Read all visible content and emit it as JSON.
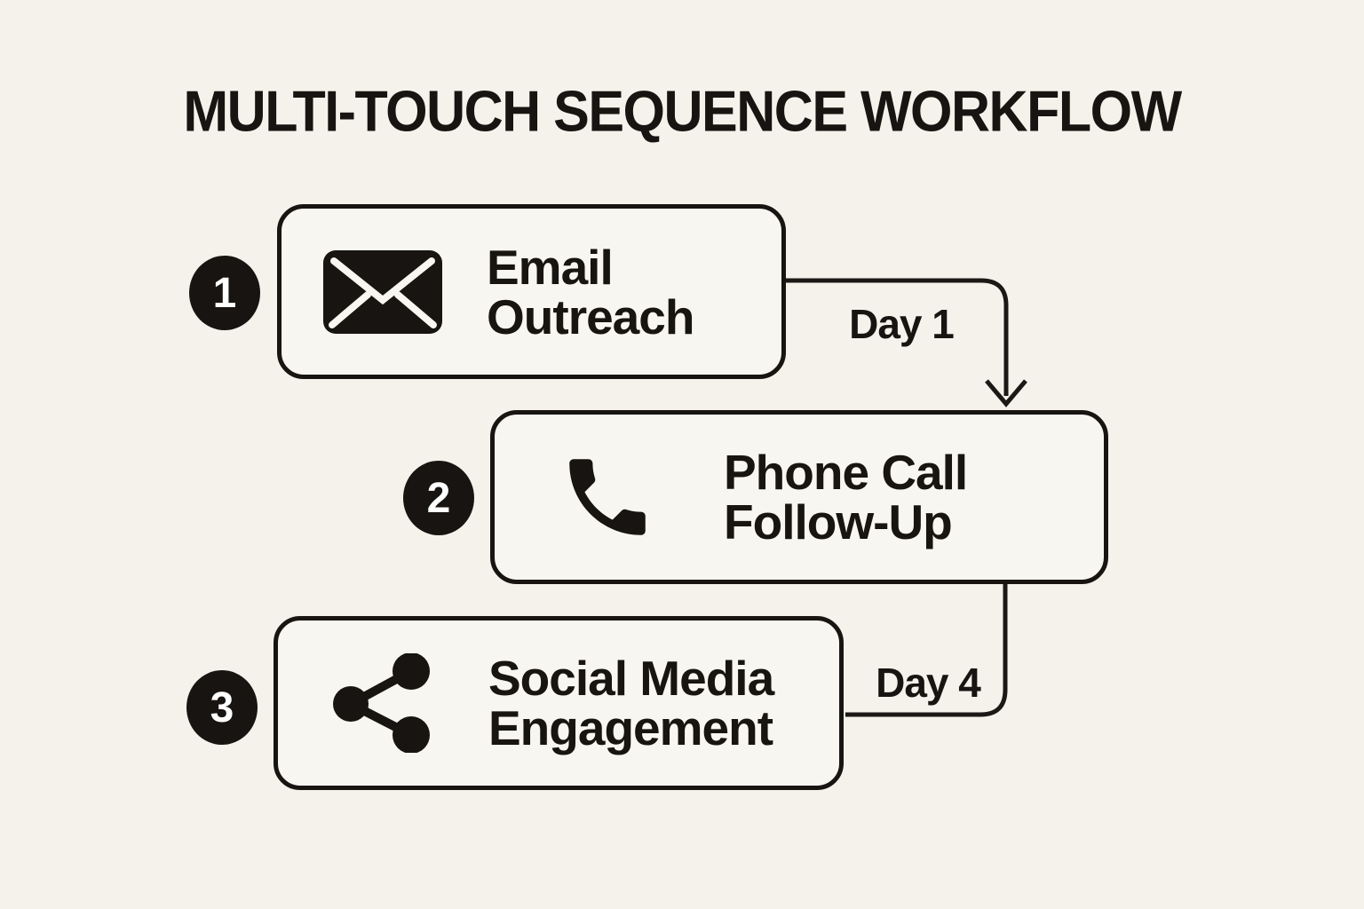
{
  "title": "MULTI-TOUCH SEQUENCE WORKFLOW",
  "colors": {
    "background": "#f5f2eb",
    "box_fill": "#f8f6f0",
    "ink": "#171411",
    "line": "#1b1915",
    "badge_fill": "#171411",
    "badge_text": "#ffffff"
  },
  "steps": [
    {
      "number": "1",
      "label": "Email\nOutreach",
      "icon": "email-envelope-icon"
    },
    {
      "number": "2",
      "label": "Phone Call\nFollow-Up",
      "icon": "phone-handset-icon"
    },
    {
      "number": "3",
      "label": "Social Media\nEngagement",
      "icon": "share-network-icon"
    }
  ],
  "connectors": [
    {
      "from": "1",
      "to": "2",
      "label": "Day 1",
      "arrowhead": "true"
    },
    {
      "from": "2",
      "to": "3",
      "label": "Day 4",
      "arrowhead": "false"
    }
  ]
}
